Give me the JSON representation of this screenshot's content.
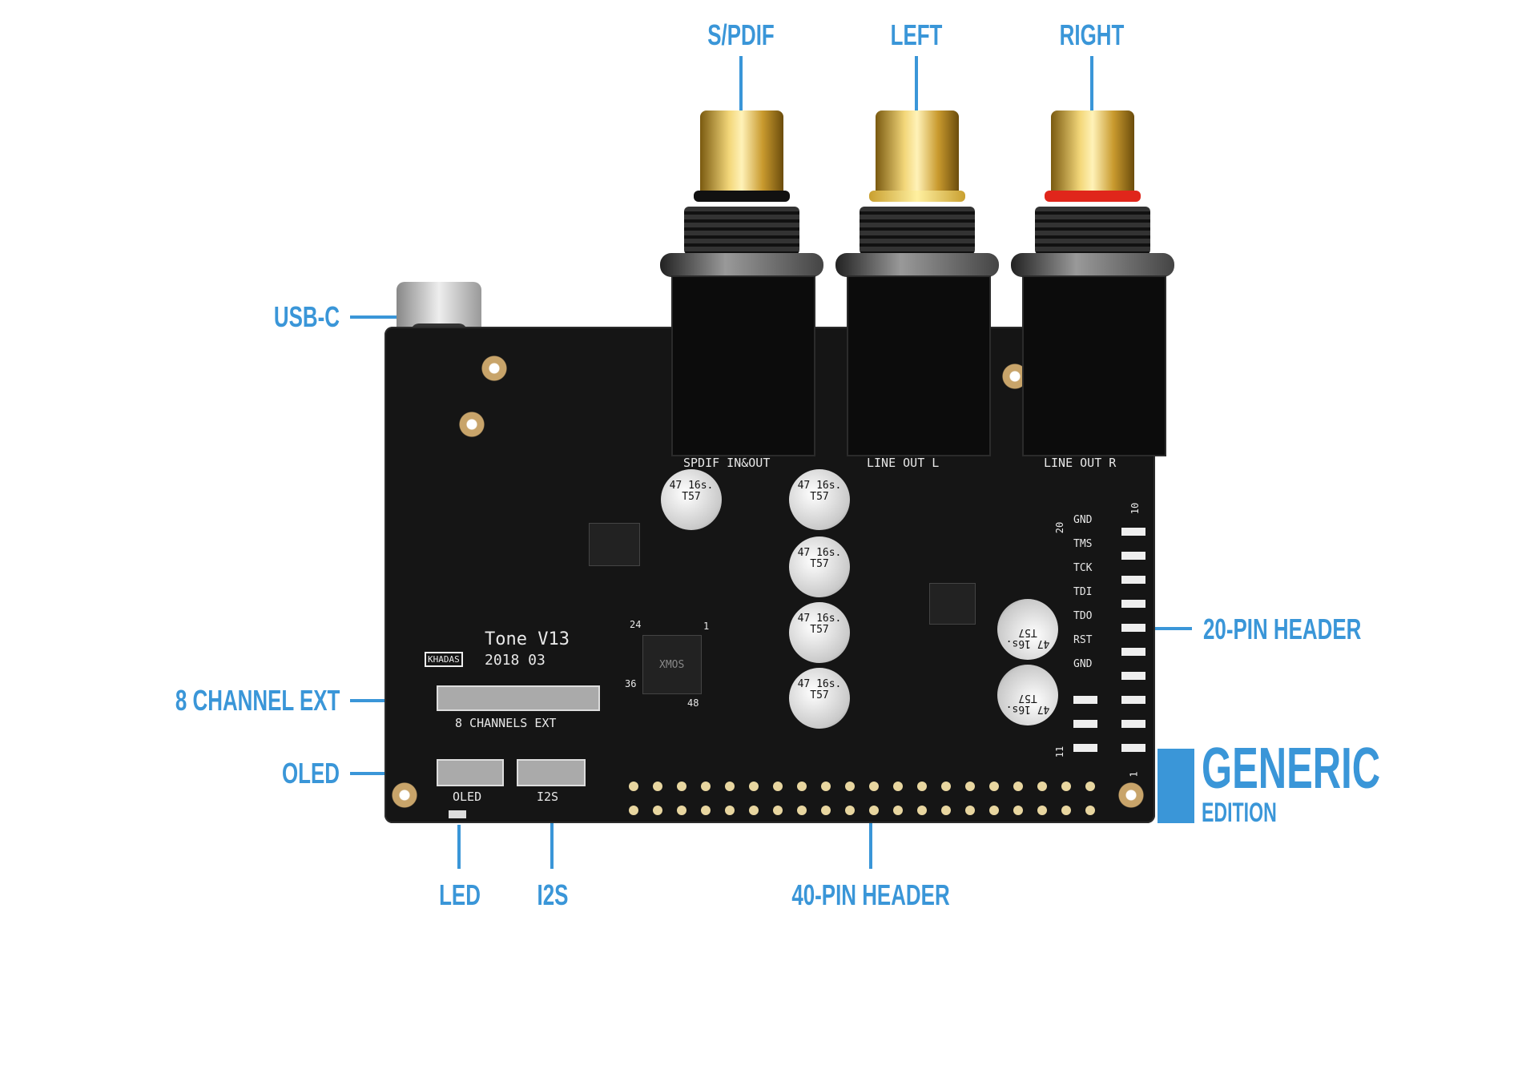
{
  "callouts": {
    "spdif": "S/PDIF",
    "left": "LEFT",
    "right": "RIGHT",
    "usb_c": "USB-C",
    "eight_channel_ext": "8 CHANNEL EXT",
    "oled": "OLED",
    "led": "LED",
    "i2s": "I2S",
    "forty_pin_header": "40-PIN HEADER",
    "twenty_pin_header": "20-PIN HEADER"
  },
  "edition": {
    "title": "GENERIC",
    "subtitle": "EDITION"
  },
  "board": {
    "brand": "KHADAS",
    "model": "Tone V13",
    "date": "2018 03",
    "spdif_silk": "SPDIF IN&OUT",
    "line_out_l": "LINE OUT L",
    "line_out_r": "LINE OUT R",
    "ext_silk": "8 CHANNELS EXT",
    "oled_silk": "OLED",
    "i2s_silk": "I2S",
    "chip_label": "XMOS",
    "chip_pins": [
      "24",
      "36",
      "48",
      "1"
    ],
    "cap_text": "47 16s. T57",
    "header_pins": [
      "GND",
      "TMS",
      "TCK",
      "TDI",
      "TDO",
      "RST",
      "GND"
    ],
    "header_nums": [
      "20",
      "10",
      "11",
      "1"
    ]
  },
  "colors": {
    "accent": "#3a96d8",
    "pcb": "#151515"
  }
}
